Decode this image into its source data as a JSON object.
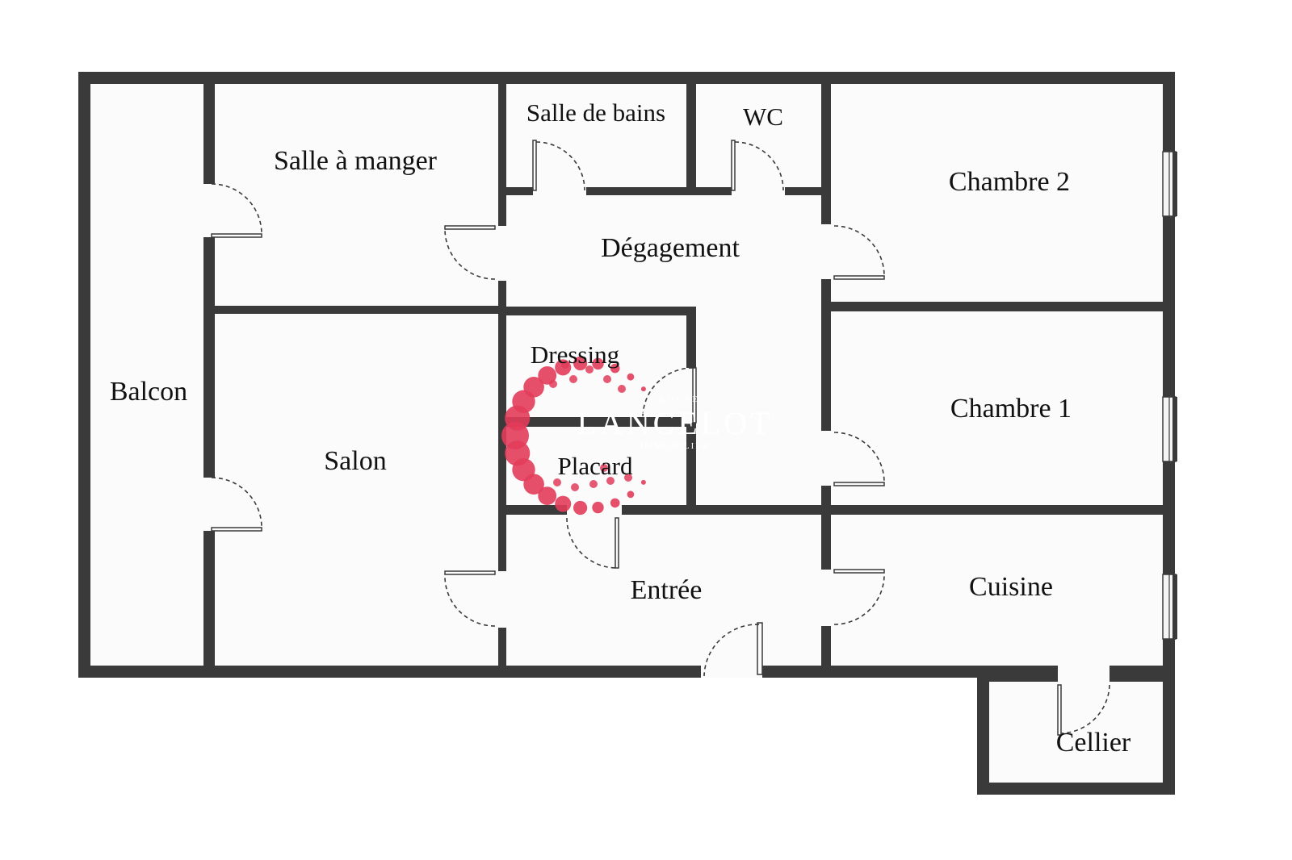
{
  "colors": {
    "wall": "#3a3a3a",
    "floor": "#fbfbfb",
    "background": "#ffffff",
    "label": "#111111",
    "watermark": "#e23c5a"
  },
  "rooms": {
    "balcon": "Balcon",
    "salle_a_manger": "Salle à manger",
    "salle_de_bains": "Salle de bains",
    "wc": "WC",
    "chambre_2": "Chambre 2",
    "degagement": "Dégagement",
    "dressing": "Dressing",
    "placard": "Placard",
    "salon": "Salon",
    "chambre_1": "Chambre 1",
    "entree": "Entrée",
    "cuisine": "Cuisine",
    "cellier": "Cellier"
  },
  "watermark": {
    "brand_top": "GROUPE",
    "brand": "LANCELOT",
    "brand_sub": "IMMOBILIER"
  }
}
